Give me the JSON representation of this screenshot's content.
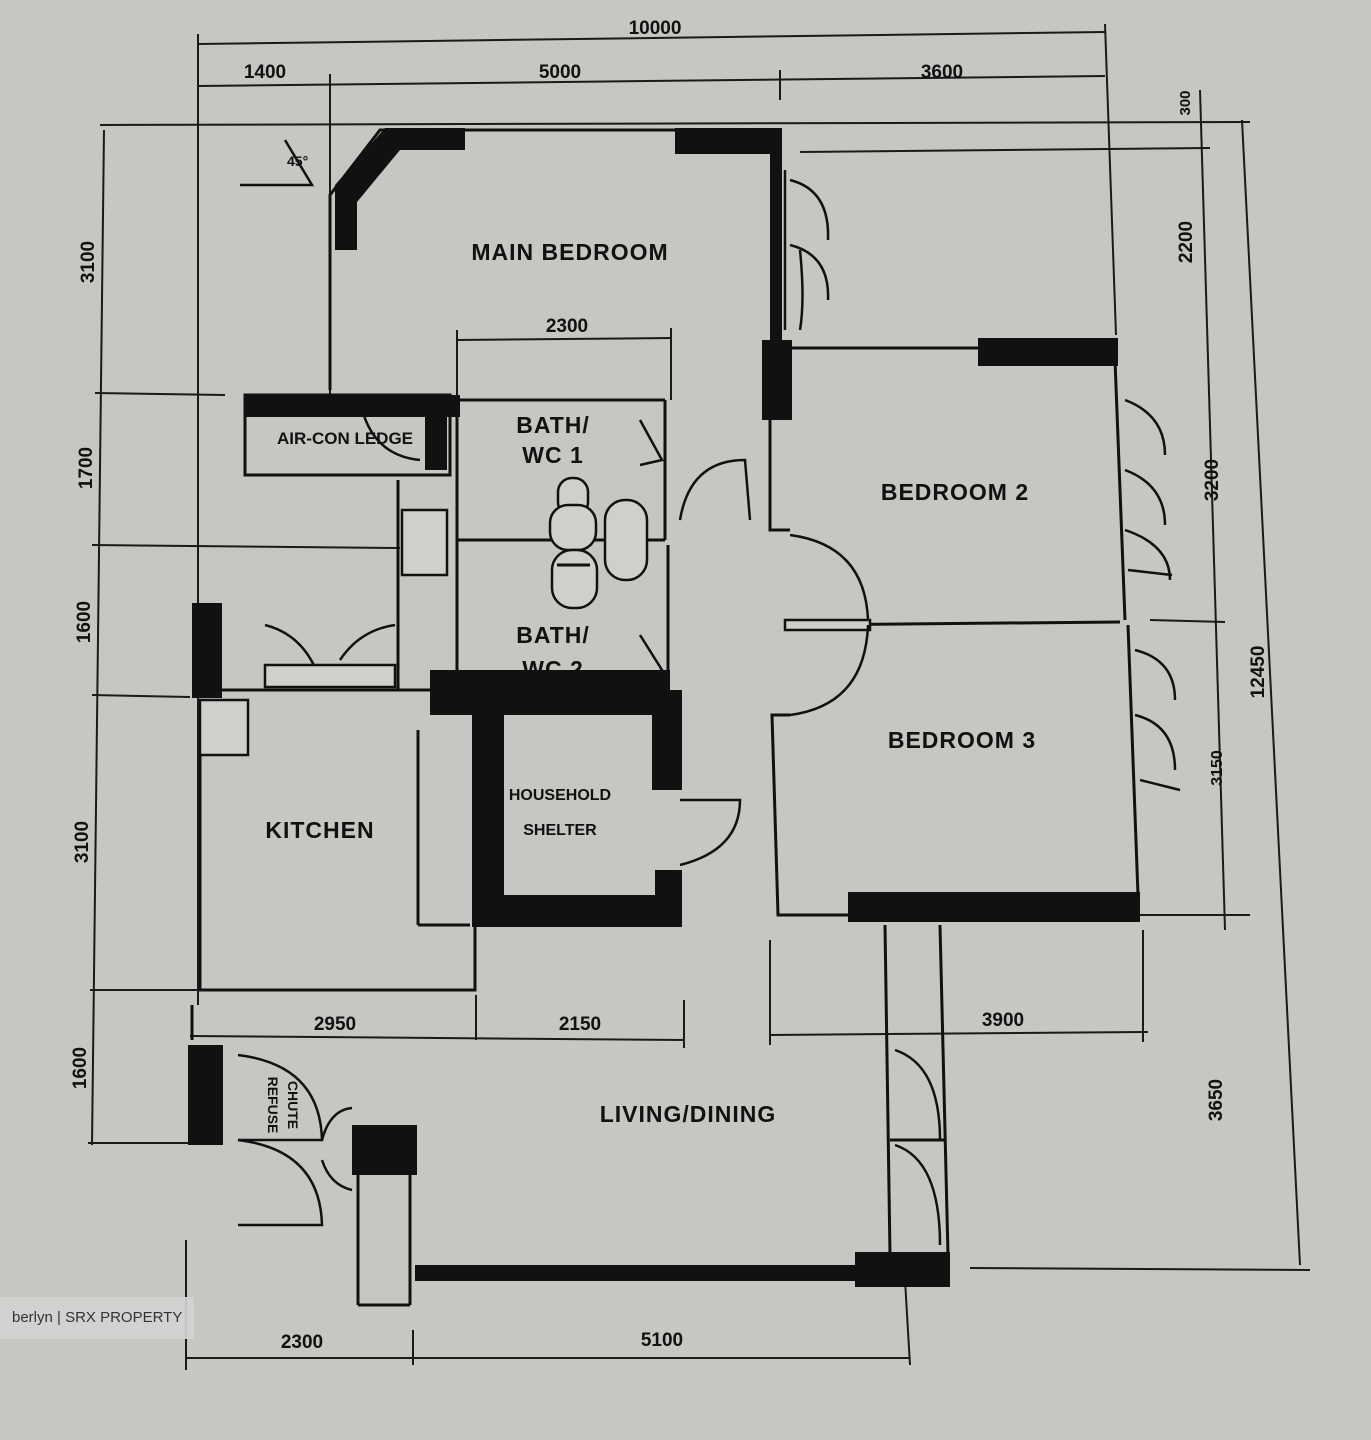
{
  "dimensions": {
    "overall_width": "10000",
    "top_left": "1400",
    "top_mid": "5000",
    "top_right": "3600",
    "right_300": "300",
    "right_2200": "2200",
    "right_3200": "3200",
    "right_12450": "12450",
    "right_3150": "3150",
    "right_3650": "3650",
    "left_3100a": "3100",
    "left_1700": "1700",
    "left_1600a": "1600",
    "left_3100b": "3100",
    "left_1600b": "1600",
    "bath_2300": "2300",
    "mid_2950": "2950",
    "mid_2150": "2150",
    "mid_3900": "3900",
    "bottom_2300": "2300",
    "bottom_5100": "5100",
    "angle": "45°"
  },
  "rooms": {
    "main_bedroom": "MAIN BEDROOM",
    "bedroom_2": "BEDROOM 2",
    "bedroom_3": "BEDROOM 3",
    "bath_wc1_line1": "BATH/",
    "bath_wc1_line2": "WC 1",
    "bath_wc2_line1": "BATH/",
    "bath_wc2_line2": "WC 2",
    "aircon_ledge": "AIR-CON LEDGE",
    "household_shelter_line1": "HOUSEHOLD",
    "household_shelter_line2": "SHELTER",
    "kitchen": "KITCHEN",
    "living_dining": "LIVING/DINING",
    "refuse_line1": "REFUSE",
    "refuse_line2": "CHUTE"
  },
  "watermark": "berlyn | SRX PROPERTY",
  "colors": {
    "paper": "#c6c6c3",
    "ink": "#111111"
  }
}
